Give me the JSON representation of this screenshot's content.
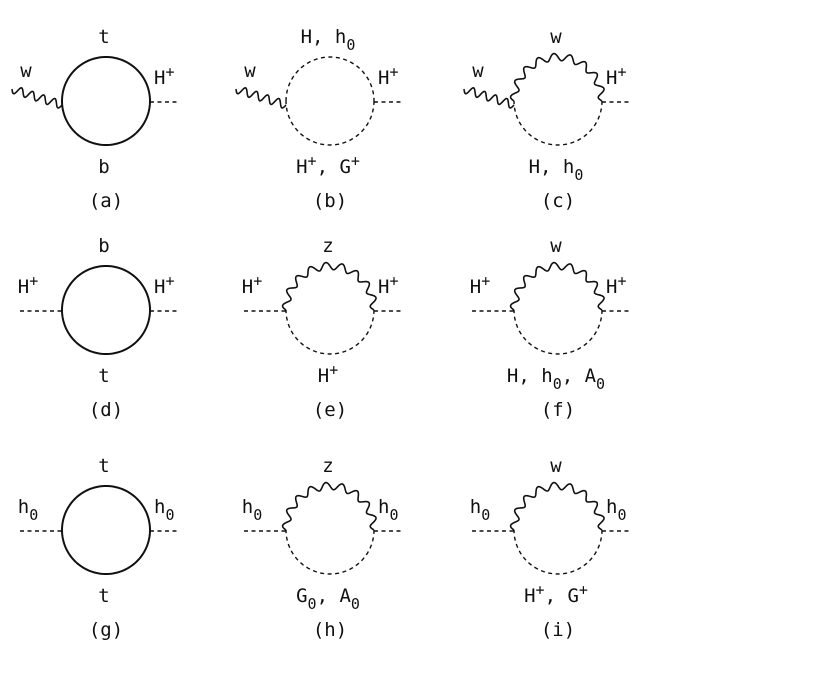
{
  "diagrams": [
    {
      "caption": "(a)",
      "top": {
        "kind": "solid",
        "label": "t"
      },
      "bottom": {
        "kind": "solid",
        "label": "b"
      },
      "left": {
        "kind": "wavy",
        "label": "w"
      },
      "right": {
        "kind": "dash",
        "label": "H",
        "sup": "+"
      }
    },
    {
      "caption": "(b)",
      "top": {
        "kind": "dash",
        "label": "H, h",
        "sub": "0"
      },
      "bottom": {
        "kind": "dash",
        "label": "H",
        "sup": "+",
        "tail": ", G",
        "tailSup": "+"
      },
      "left": {
        "kind": "wavy",
        "label": "w"
      },
      "right": {
        "kind": "dash",
        "label": "H",
        "sup": "+"
      }
    },
    {
      "caption": "(c)",
      "top": {
        "kind": "wavy",
        "label": "w"
      },
      "bottom": {
        "kind": "dash",
        "label": "H, h",
        "sub": "0"
      },
      "left": {
        "kind": "wavy",
        "label": "w"
      },
      "right": {
        "kind": "dash",
        "label": "H",
        "sup": "+"
      }
    },
    {
      "caption": "(d)",
      "top": {
        "kind": "solid",
        "label": "b"
      },
      "bottom": {
        "kind": "solid",
        "label": "t"
      },
      "left": {
        "kind": "dash",
        "label": "H",
        "sup": "+"
      },
      "right": {
        "kind": "dash",
        "label": "H",
        "sup": "+"
      }
    },
    {
      "caption": "(e)",
      "top": {
        "kind": "wavy",
        "label": "z"
      },
      "bottom": {
        "kind": "dash",
        "label": "H",
        "sup": "+"
      },
      "left": {
        "kind": "dash",
        "label": "H",
        "sup": "+"
      },
      "right": {
        "kind": "dash",
        "label": "H",
        "sup": "+"
      }
    },
    {
      "caption": "(f)",
      "top": {
        "kind": "wavy",
        "label": "w"
      },
      "bottom": {
        "kind": "dash",
        "label": "H, h",
        "sub": "0",
        "tail": ", A",
        "tailSub": "0"
      },
      "left": {
        "kind": "dash",
        "label": "H",
        "sup": "+"
      },
      "right": {
        "kind": "dash",
        "label": "H",
        "sup": "+"
      }
    },
    {
      "caption": "(g)",
      "top": {
        "kind": "solid",
        "label": "t"
      },
      "bottom": {
        "kind": "solid",
        "label": "t"
      },
      "left": {
        "kind": "dash",
        "label": "h",
        "sub": "0"
      },
      "right": {
        "kind": "dash",
        "label": "h",
        "sub": "0"
      }
    },
    {
      "caption": "(h)",
      "top": {
        "kind": "wavy",
        "label": "z"
      },
      "bottom": {
        "kind": "dash",
        "label": "G",
        "sub": "0",
        "tail": ", A",
        "tailSub": "0"
      },
      "left": {
        "kind": "dash",
        "label": "h",
        "sub": "0"
      },
      "right": {
        "kind": "dash",
        "label": "h",
        "sub": "0"
      }
    },
    {
      "caption": "(i)",
      "top": {
        "kind": "wavy",
        "label": "w"
      },
      "bottom": {
        "kind": "dash",
        "label": "H",
        "sup": "+",
        "tail": ", G",
        "tailSup": "+"
      },
      "left": {
        "kind": "dash",
        "label": "h",
        "sub": "0"
      },
      "right": {
        "kind": "dash",
        "label": "h",
        "sub": "0"
      }
    }
  ]
}
